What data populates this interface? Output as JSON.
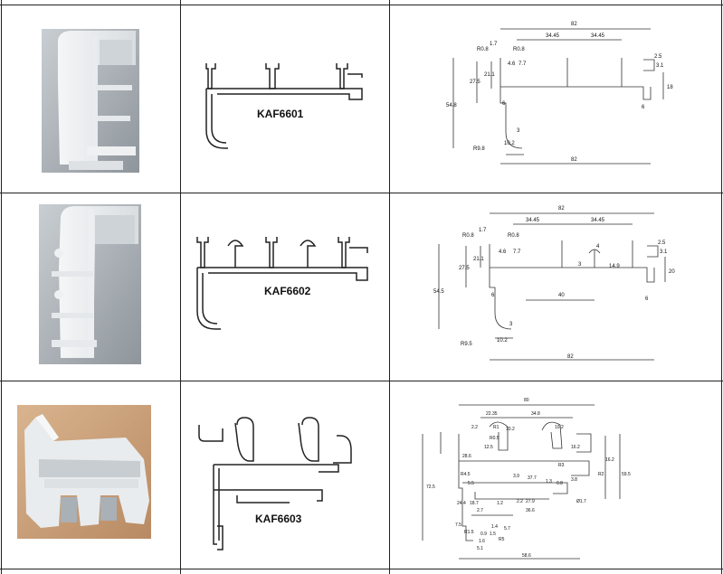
{
  "rows": [
    {
      "code": "KAF6601",
      "drawing": {
        "width": "82",
        "bottom_width": "82",
        "gap_left": "34.45",
        "gap_right": "34.45",
        "r_top_left": "R0.8",
        "r_top": "R0.8",
        "r_bottom": "R9.8",
        "lip": "1.7",
        "h_total": "54.8",
        "h_inner": "27.5",
        "h_slot": "21.1",
        "slot_a": "4.6",
        "slot_b": "7.7",
        "right_a": "2.5",
        "right_b": "3.1",
        "right_h": "18",
        "wall_left": "6",
        "wall_right": "6",
        "base_width": "10.2",
        "hook": "3"
      }
    },
    {
      "code": "KAF6602",
      "drawing": {
        "width": "82",
        "bottom_width": "82",
        "gap_left": "34.45",
        "gap_right": "34.45",
        "r_top_left": "R0.8",
        "r_top": "R0.8",
        "r_bottom": "R9.5",
        "lip": "1.7",
        "h_total": "54.5",
        "h_inner": "27.5",
        "h_slot": "21.1",
        "slot_a": "4.6",
        "slot_b": "7.7",
        "knob_a": "3",
        "knob_b": "4",
        "knob_h": "14.9",
        "mid_width": "40",
        "right_a": "2.5",
        "right_b": "3.1",
        "right_h": "20",
        "wall_left": "6",
        "wall_right": "6",
        "base_width": "10.2",
        "hook": "3"
      }
    },
    {
      "code": "KAF6603",
      "drawing": {
        "width": "80",
        "top_a": "22.35",
        "top_b": "34.8",
        "r1": "R1",
        "d_top": "10.2",
        "d_right_top": "10.2",
        "left_a": "2.2",
        "h_side": "28.6",
        "h_inner": "12.5",
        "r05": "R0.5",
        "r45": "R4.5",
        "r3": "R3",
        "r2": "R2",
        "h_right": "16.2",
        "h_right2": "16.2",
        "h_total": "72.5",
        "h_total2": "59.5",
        "v55": "5.5",
        "v39": "3.9",
        "v377": "37.7",
        "v13": "1.3",
        "v08": "0.8",
        "v38": "3.8",
        "v12": "1.2",
        "v279": "27.9",
        "v366": "36.6",
        "v22": "2.2",
        "v117": "Ø1.7",
        "v244": "24.4",
        "v187": "18.7",
        "v27": "2.7",
        "v75": "7.5",
        "r15": "R1.5",
        "v09": "0.9",
        "v51": "5.1",
        "v16": "1.6",
        "v57": "5.7",
        "v14": "1.4",
        "r5": "R5",
        "v15": "1.5",
        "bottom": "58.6"
      }
    }
  ]
}
